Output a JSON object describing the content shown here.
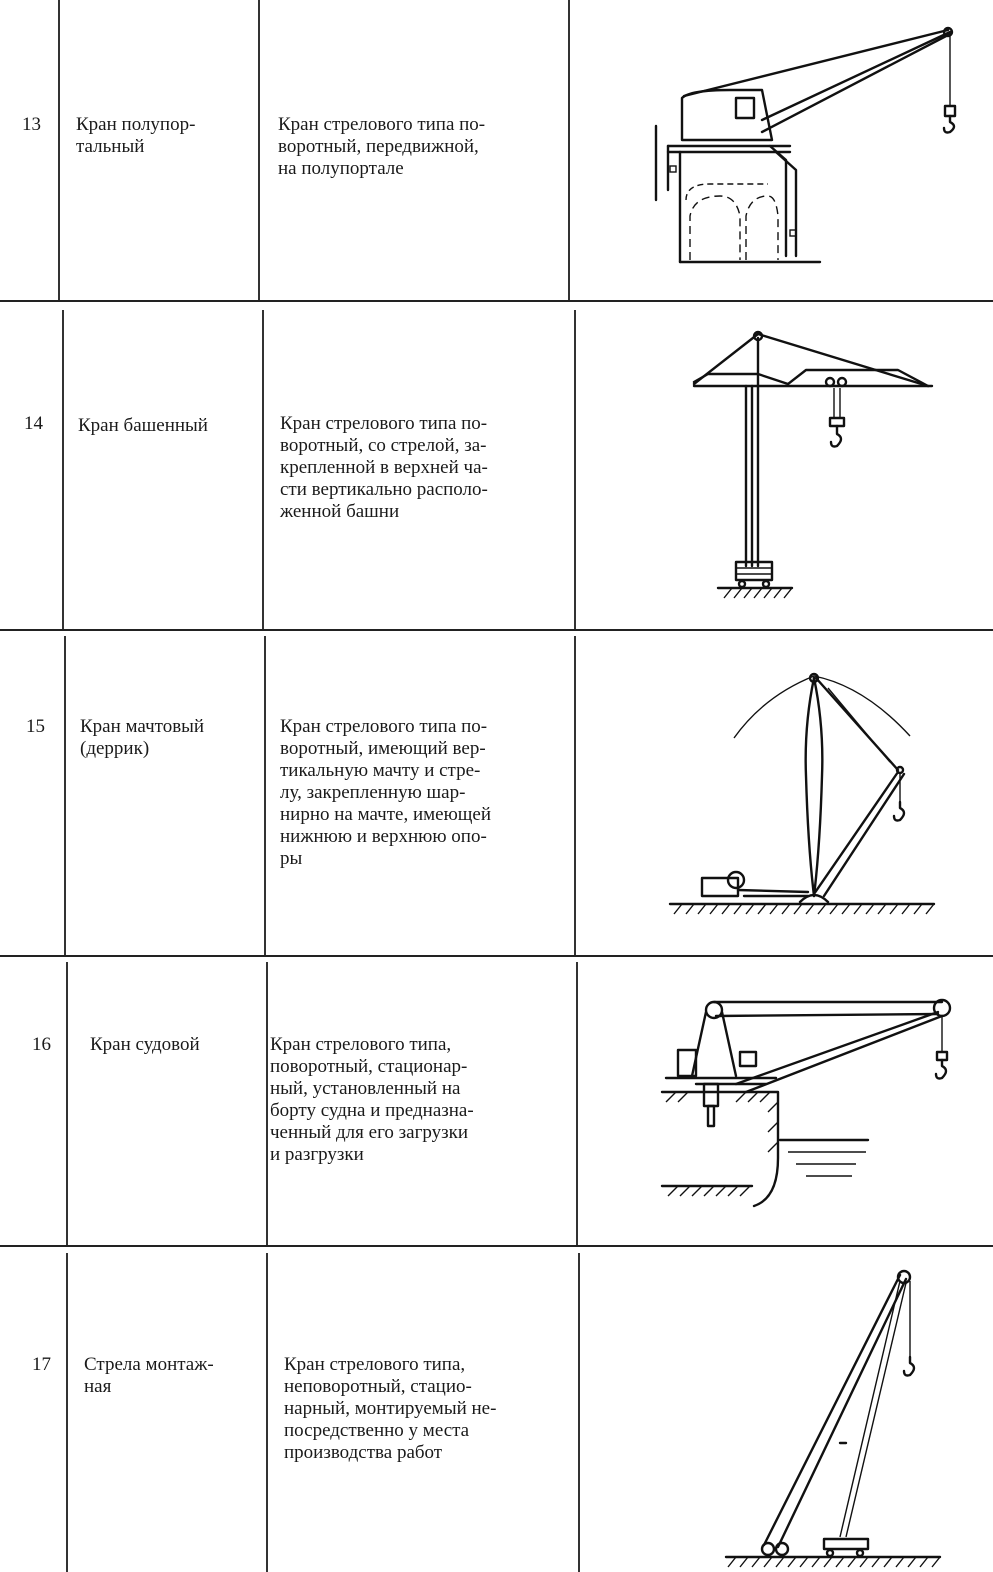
{
  "rows": [
    {
      "num": "13",
      "name": [
        "Кран полупор-",
        "тальный"
      ],
      "desc": [
        "Кран стрелового типа по-",
        "воротный, передвижной,",
        "на полупортале"
      ]
    },
    {
      "num": "14",
      "name": [
        "Кран башенный"
      ],
      "desc": [
        "Кран стрелового типа по-",
        "воротный, со стрелой, за-",
        "крепленной в верхней ча-",
        "сти вертикально располо-",
        "женной башни"
      ]
    },
    {
      "num": "15",
      "name": [
        "Кран мачтовый",
        "(деррик)"
      ],
      "desc": [
        "Кран стрелового типа по-",
        "воротный, имеющий вер-",
        "тикальную мачту и стре-",
        "лу, закрепленную шар-",
        "нирно на мачте, имеющей",
        "нижнюю и верхнюю опо-",
        "ры"
      ]
    },
    {
      "num": "16",
      "name": [
        "Кран судовой"
      ],
      "desc": [
        "Кран стрелового типа,",
        "поворотный, стационар-",
        "ный, установленный на",
        "борту судна и предназна-",
        "ченный для его загрузки",
        "и разгрузки"
      ]
    },
    {
      "num": "17",
      "name": [
        "Стрела монтаж-",
        "ная"
      ],
      "desc": [
        "Кран стрелового типа,",
        "неповоротный, стацио-",
        "нарный, монтируемый не-",
        "посредственно у места",
        "производства работ"
      ]
    }
  ],
  "icons": [
    "semi-portal-crane-icon",
    "tower-crane-icon",
    "derrick-crane-icon",
    "ship-crane-icon",
    "assembly-boom-icon"
  ]
}
